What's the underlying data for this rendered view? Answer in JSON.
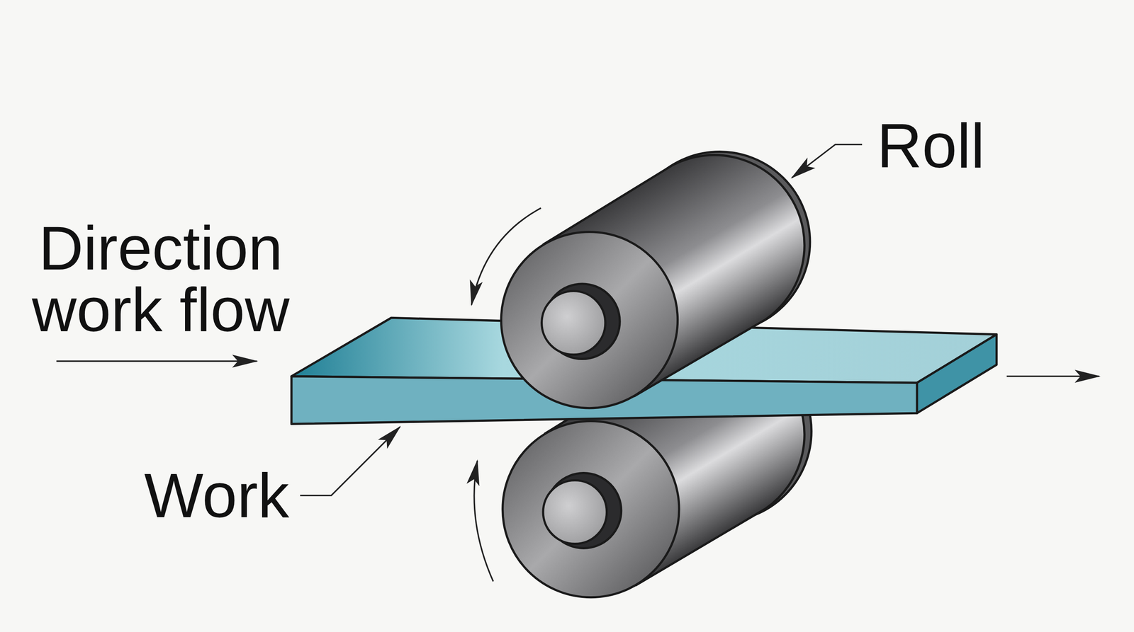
{
  "diagram": {
    "labels": [
      "Roll",
      "Direction work flow",
      "Work"
    ]
  }
}
